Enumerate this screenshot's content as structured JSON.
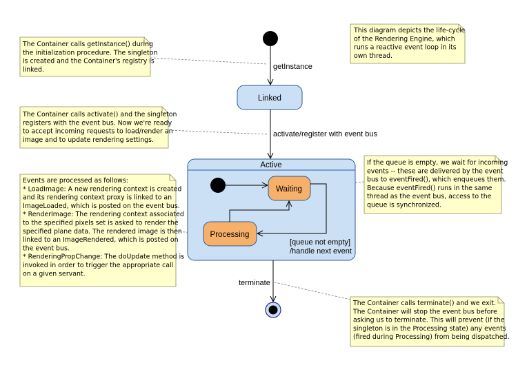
{
  "notes": {
    "get_instance": [
      "The Container calls getInstance() during",
      "the initialization procedure. The singleton",
      "is created and the Container's registry is",
      "linked."
    ],
    "lifecycle": [
      "This diagram depicts the life-cycle",
      "of the Rendering Engine, which",
      "runs a reactive event loop in its",
      "own thread."
    ],
    "activate": [
      "The Container calls activate() and the singleton",
      "registers with the event bus. Now we're ready",
      "to accept incoming requests to load/render an",
      "image and to update rendering settings."
    ],
    "events": [
      "Events are processed as follows:",
      "* LoadImage: A new rendering context is created",
      "  and its rendering context proxy is linked to an",
      "  ImageLoaded, which is posted on the event bus.",
      "* RenderImage: The rendering context associated",
      "  to the specified pixels set is asked to render the",
      "  specified plane data. The rendered image is then",
      "  linked to an ImageRendered, which is posted on",
      "  the event bus.",
      "* RenderingPropChange: The doUpdate method is",
      "  invoked in order to trigger the appropriate call",
      "  on a given servant."
    ],
    "queue": [
      "If the queue is empty, we wait for incoming",
      "events -- these are delivered by the event",
      "bus to eventFired(), which enqueues them.",
      "Because eventFired() runs in the same",
      "thread as the event bus, access to the",
      "queue is synchronized."
    ],
    "terminate": [
      "The Container calls terminate() and we exit.",
      "The Container will stop the event bus before",
      "asking us to terminate. This will prevent (if the",
      "singleton is in the Processing state) any events",
      "(fired during Processing) from being dispatched."
    ]
  },
  "states": {
    "linked": "Linked",
    "active": "Active",
    "waiting": "Waiting",
    "processing": "Processing"
  },
  "transitions": {
    "get_instance": "getInstance",
    "activate": "activate/register with event bus",
    "queue_not_empty": "[queue not empty]",
    "handle_next_event": "/handle next event",
    "terminate": "terminate"
  },
  "colors": {
    "note_fill": "#ffffcc",
    "state_blue": "#cce0f5",
    "state_orange": "#f7b06a",
    "stroke": "#2a5a9a"
  }
}
